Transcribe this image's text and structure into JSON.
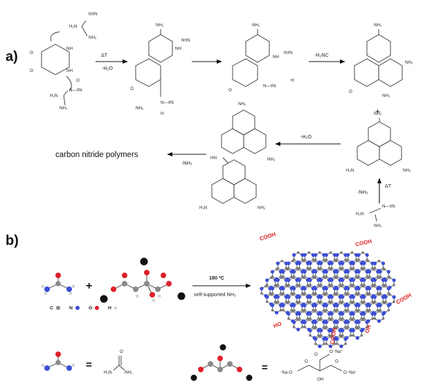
{
  "panel_a": {
    "label": "a)",
    "step1_conditions": [
      "ΔT",
      "-H₂O"
    ],
    "step3_condition": "-H₂NC",
    "plus": "+",
    "step_h2o": "-H₂O",
    "step_nh3_final": "-NH₃",
    "step_up": [
      "-NH₃",
      "ΔT"
    ],
    "product_text": "carbon nitride polymers",
    "groups": {
      "nh2": "NH₂",
      "h2n": "H₂N",
      "nh": "NH",
      "cn": "N≡N",
      "n_eq_cn": "N—≡N",
      "h": "H",
      "hn": "HN",
      "o": "O"
    }
  },
  "panel_b": {
    "label": "b)",
    "plus": "+",
    "condition_temp": "180 ºC",
    "condition_text": "self-supported NH₃",
    "legend": [
      {
        "symbol": "C",
        "color": "#8a8a8a"
      },
      {
        "symbol": "N",
        "color": "#3b4ed8"
      },
      {
        "symbol": "O",
        "color": "#e0202a"
      },
      {
        "symbol": "H",
        "color": "#e8e8e8"
      }
    ],
    "cooh_label": "COOH",
    "ho_label": "HO",
    "oh_label": "OH",
    "equals": "=",
    "urea_formula": {
      "left": "H₂N",
      "right": "NH₂",
      "o": "O"
    },
    "citrate_formula": {
      "o_na_top": "O⁻Na⁺",
      "na_o_left": "⁻Na·O",
      "o_na_right": "O⁻Na⁺",
      "oh": "OH",
      "o": "O"
    }
  }
}
